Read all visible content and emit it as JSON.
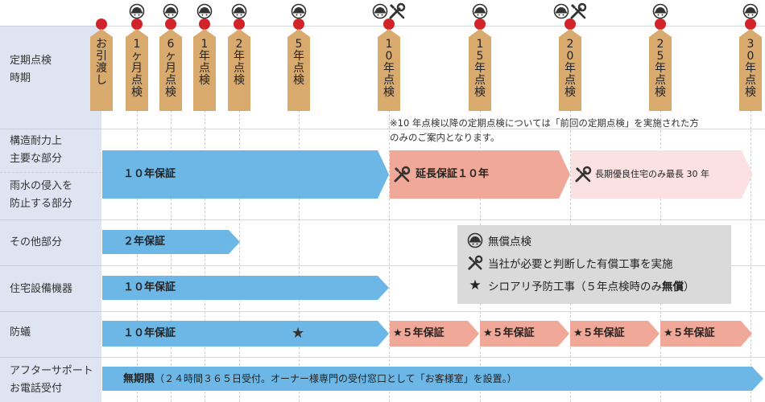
{
  "header_label": "定期点検\n時期",
  "milestones": [
    {
      "label": "お引渡し",
      "free": false,
      "paid": false
    },
    {
      "label": "1ヶ月点検",
      "free": true,
      "paid": false
    },
    {
      "label": "6ヶ月点検",
      "free": true,
      "paid": false
    },
    {
      "label": "1年点検",
      "free": true,
      "paid": false
    },
    {
      "label": "2年点検",
      "free": true,
      "paid": false
    },
    {
      "label": "5年点検",
      "free": true,
      "paid": false
    },
    {
      "label": "10年点検",
      "free": true,
      "paid": true
    },
    {
      "label": "15年点検",
      "free": true,
      "paid": false
    },
    {
      "label": "20年点検",
      "free": true,
      "paid": true
    },
    {
      "label": "25年点検",
      "free": true,
      "paid": false
    },
    {
      "label": "30年点検",
      "free": true,
      "paid": false
    }
  ],
  "note": "※10 年点検以降の定期点検については「前回の定期点検」を実施された方\nのみのご案内となります。",
  "rows": {
    "structure": "構造耐力上\n主要な部分",
    "rain": "雨水の侵入を\n防止する部分",
    "other": "その他部分",
    "equipment": "住宅設備機器",
    "termite": "防蟻",
    "support": "アフターサポート\nお電話受付"
  },
  "bars": {
    "structure_base": "１０年保証",
    "structure_ext": "延長保証１０年",
    "structure_long": "長期優良住宅のみ最長 30 年",
    "other_base": "２年保証",
    "equipment_base": "１０年保証",
    "termite_base": "１０年保証",
    "termite_ext": "５年保証",
    "support_strong": "無期限",
    "support_rest": "（２４時間３６５日受付。オーナー様専門の受付窓口として「お客様室」を設置。）"
  },
  "legend": {
    "free": "無償点検",
    "paid": "当社が必要と判断した有償工事を実施",
    "termite_prefix": "シロアリ予防工事（５年点検時のみ",
    "termite_strong": "無償",
    "termite_suffix": "）"
  },
  "colors": {
    "blue": "#6cb7e6",
    "salmon": "#f0a898",
    "pink": "#fbe1e1",
    "tag": "#d9aa6e",
    "dot": "#d2232a",
    "header": "#dfe4f2"
  },
  "icons": [
    "helmet-icon",
    "wrench-screwdriver-icon",
    "star-icon"
  ]
}
